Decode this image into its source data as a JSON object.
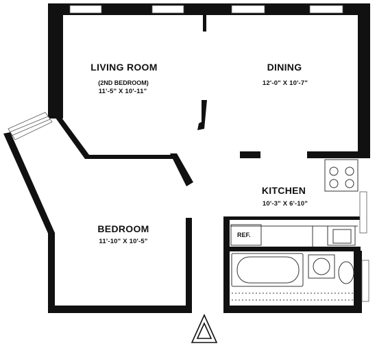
{
  "floorplan": {
    "rooms": [
      {
        "id": "living",
        "name": "LIVING ROOM",
        "note": "(2ND BEDROOM)",
        "size": "11'-5\" X 10'-11\""
      },
      {
        "id": "dining",
        "name": "DINING",
        "size": "12'-0\" X 10'-7\""
      },
      {
        "id": "kitchen",
        "name": "KITCHEN",
        "size": "10'-3\" X 6'-10\""
      },
      {
        "id": "bedroom",
        "name": "BEDROOM",
        "size": "11'-10\" X 10'-5\""
      }
    ],
    "fixtures": {
      "refrigerator": "REF."
    },
    "entry_symbol": "entry-triangle",
    "colors": {
      "wall": "#111111",
      "window": "#ffffff",
      "line": "#333333"
    }
  }
}
